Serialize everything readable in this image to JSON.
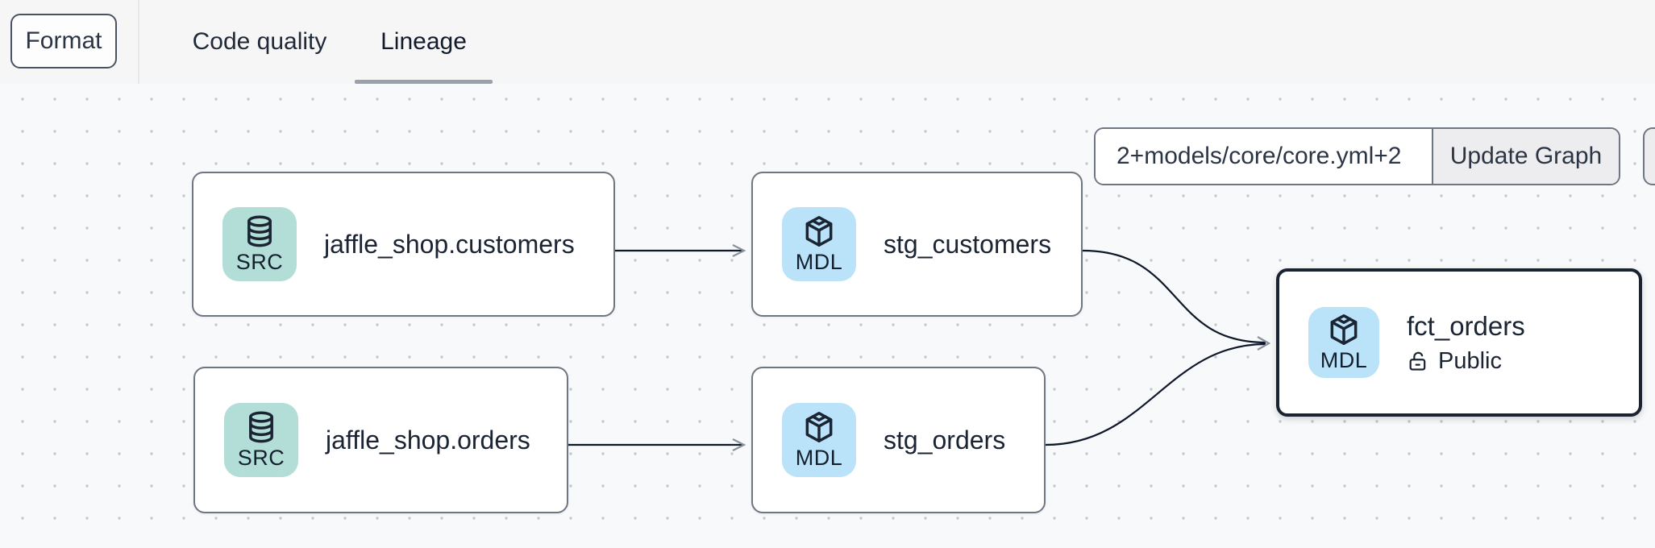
{
  "toolbar": {
    "format_label": "Format",
    "tabs": [
      {
        "label": "Code quality",
        "active": false
      },
      {
        "label": "Lineage",
        "active": true
      }
    ]
  },
  "lineage": {
    "selector": {
      "value": "2+models/core/core.yml+2",
      "update_button_label": "Update Graph"
    },
    "nodes": [
      {
        "label": "jaffle_shop.customers",
        "badge": "SRC",
        "type": "source",
        "icon": "database-icon",
        "selected": false
      },
      {
        "label": "stg_customers",
        "badge": "MDL",
        "type": "model",
        "icon": "cube-icon",
        "selected": false
      },
      {
        "label": "jaffle_shop.orders",
        "badge": "SRC",
        "type": "source",
        "icon": "database-icon",
        "selected": false
      },
      {
        "label": "stg_orders",
        "badge": "MDL",
        "type": "model",
        "icon": "cube-icon",
        "selected": false
      },
      {
        "label": "fct_orders",
        "badge": "MDL",
        "type": "model",
        "icon": "cube-icon",
        "selected": true,
        "access": "Public",
        "access_icon": "lock-open-icon"
      }
    ],
    "edges": [
      {
        "from": "jaffle_shop.customers",
        "to": "stg_customers"
      },
      {
        "from": "jaffle_shop.orders",
        "to": "stg_orders"
      },
      {
        "from": "stg_customers",
        "to": "fct_orders"
      },
      {
        "from": "stg_orders",
        "to": "fct_orders"
      }
    ]
  },
  "colors": {
    "topbar_bg": "#f6f6f7",
    "canvas_bg": "#f8f9fa",
    "canvas_dot": "#c5c9d0",
    "source_badge_bg": "#b2ded7",
    "model_badge_bg": "#bae2f8",
    "node_border": "#6e7682",
    "selected_node_border": "#1a2332",
    "edge_stroke": "#0f172a",
    "arrowhead": "#8a919e",
    "tab_underline": "#9aa1ad",
    "text_dark": "#1b2433"
  }
}
